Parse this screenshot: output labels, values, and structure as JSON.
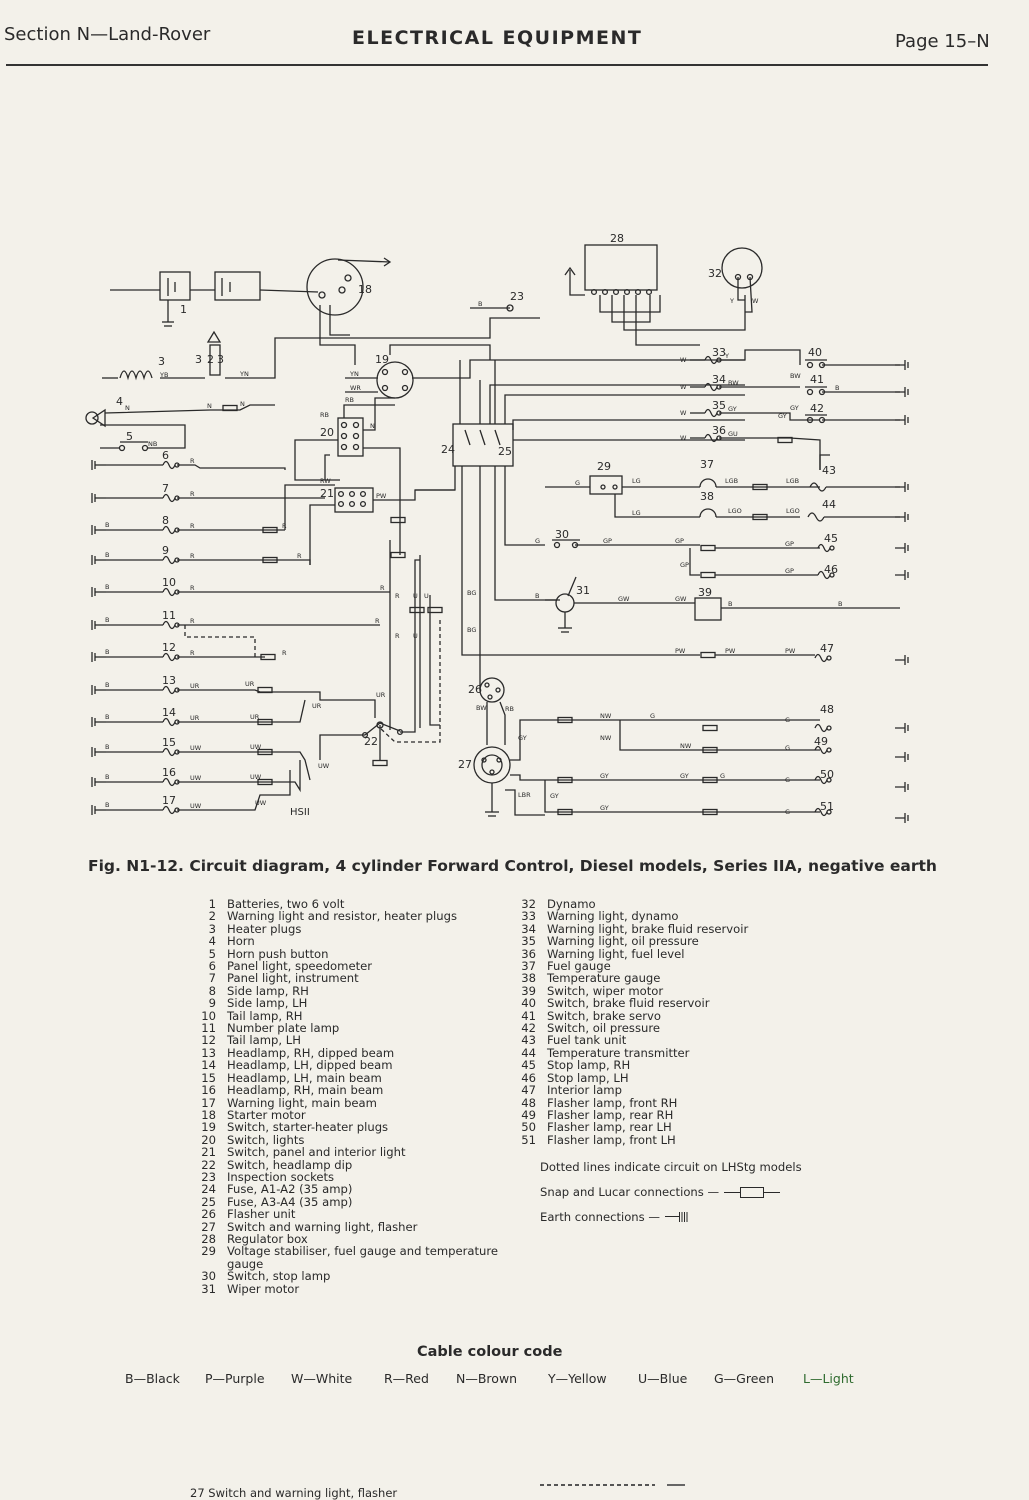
{
  "header": {
    "section": "Section N—Land-Rover",
    "title": "ELECTRICAL EQUIPMENT",
    "page": "Page 15–N"
  },
  "diagram": {
    "numbers": [
      "1",
      "2",
      "3",
      "4",
      "5",
      "6",
      "7",
      "8",
      "9",
      "10",
      "11",
      "12",
      "13",
      "14",
      "15",
      "16",
      "17",
      "18",
      "19",
      "20",
      "21",
      "22",
      "23",
      "24",
      "25",
      "26",
      "27",
      "28",
      "29",
      "30",
      "31",
      "32",
      "33",
      "34",
      "35",
      "36",
      "37",
      "38",
      "39",
      "40",
      "41",
      "42",
      "43",
      "44",
      "45",
      "46",
      "47",
      "48",
      "49",
      "50",
      "51"
    ],
    "wire_codes": [
      "B",
      "W",
      "R",
      "N",
      "U",
      "G",
      "Y",
      "P",
      "NB",
      "YB",
      "YN",
      "WR",
      "RB",
      "RW",
      "PW",
      "BG",
      "GP",
      "GW",
      "GB",
      "LG",
      "LGB",
      "LGO",
      "GR",
      "UR",
      "UW",
      "NW",
      "GY",
      "GU",
      "BW",
      "LBR"
    ],
    "stamp": "HSII"
  },
  "caption": "Fig. N1-12. Circuit diagram, 4 cylinder Forward Control, Diesel models, Series IIA, negative earth",
  "legend_left": [
    {
      "n": "1",
      "t": "Batteries, two 6 volt"
    },
    {
      "n": "2",
      "t": "Warning light and resistor, heater plugs"
    },
    {
      "n": "3",
      "t": "Heater plugs"
    },
    {
      "n": "4",
      "t": "Horn"
    },
    {
      "n": "5",
      "t": "Horn push button"
    },
    {
      "n": "6",
      "t": "Panel light, speedometer"
    },
    {
      "n": "7",
      "t": "Panel light, instrument"
    },
    {
      "n": "8",
      "t": "Side lamp, RH"
    },
    {
      "n": "9",
      "t": "Side lamp, LH"
    },
    {
      "n": "10",
      "t": "Tail lamp, RH"
    },
    {
      "n": "11",
      "t": "Number plate lamp"
    },
    {
      "n": "12",
      "t": "Tail lamp, LH"
    },
    {
      "n": "13",
      "t": "Headlamp, RH, dipped beam"
    },
    {
      "n": "14",
      "t": "Headlamp, LH, dipped beam"
    },
    {
      "n": "15",
      "t": "Headlamp, LH, main beam"
    },
    {
      "n": "16",
      "t": "Headlamp, RH, main beam"
    },
    {
      "n": "17",
      "t": "Warning light, main beam"
    },
    {
      "n": "18",
      "t": "Starter motor"
    },
    {
      "n": "19",
      "t": "Switch, starter-heater plugs"
    },
    {
      "n": "20",
      "t": "Switch, lights"
    },
    {
      "n": "21",
      "t": "Switch, panel and interior light"
    },
    {
      "n": "22",
      "t": "Switch, headlamp dip"
    },
    {
      "n": "23",
      "t": "Inspection sockets"
    },
    {
      "n": "24",
      "t": "Fuse, A1-A2 (35 amp)"
    },
    {
      "n": "25",
      "t": "Fuse, A3-A4 (35 amp)"
    },
    {
      "n": "26",
      "t": "Flasher unit"
    },
    {
      "n": "27",
      "t": "Switch and warning light, flasher"
    },
    {
      "n": "28",
      "t": "Regulator box"
    },
    {
      "n": "29",
      "t": "Voltage stabiliser, fuel gauge and temperature"
    },
    {
      "n": "",
      "t": "gauge"
    },
    {
      "n": "30",
      "t": "Switch, stop lamp"
    },
    {
      "n": "31",
      "t": "Wiper motor"
    }
  ],
  "legend_right": [
    {
      "n": "32",
      "t": "Dynamo"
    },
    {
      "n": "33",
      "t": "Warning light, dynamo"
    },
    {
      "n": "34",
      "t": "Warning light, brake fluid reservoir"
    },
    {
      "n": "35",
      "t": "Warning light, oil pressure"
    },
    {
      "n": "36",
      "t": "Warning light, fuel level"
    },
    {
      "n": "37",
      "t": "Fuel gauge"
    },
    {
      "n": "38",
      "t": "Temperature gauge"
    },
    {
      "n": "39",
      "t": "Switch, wiper motor"
    },
    {
      "n": "40",
      "t": "Switch, brake fluid reservoir"
    },
    {
      "n": "41",
      "t": "Switch, brake servo"
    },
    {
      "n": "42",
      "t": "Switch, oil pressure"
    },
    {
      "n": "43",
      "t": "Fuel tank unit"
    },
    {
      "n": "44",
      "t": "Temperature transmitter"
    },
    {
      "n": "45",
      "t": "Stop lamp, RH"
    },
    {
      "n": "46",
      "t": "Stop lamp, LH"
    },
    {
      "n": "47",
      "t": "Interior lamp"
    },
    {
      "n": "48",
      "t": "Flasher lamp, front RH"
    },
    {
      "n": "49",
      "t": "Flasher lamp, rear RH"
    },
    {
      "n": "50",
      "t": "Flasher lamp, rear LH"
    },
    {
      "n": "51",
      "t": "Flasher lamp, front LH"
    }
  ],
  "notes": {
    "dotted": "Dotted lines indicate circuit on LHStg models",
    "snap": "Snap and Lucar connections —",
    "earth": "Earth connections —"
  },
  "cable_code": {
    "title": "Cable colour code",
    "items": [
      "B—Black",
      "P—Purple",
      "W—White",
      "R—Red",
      "N—Brown",
      "Y—Yellow",
      "U—Blue",
      "G—Green",
      "L—Light"
    ]
  },
  "footer": {
    "text": "27   Switch and warning light, flasher"
  }
}
